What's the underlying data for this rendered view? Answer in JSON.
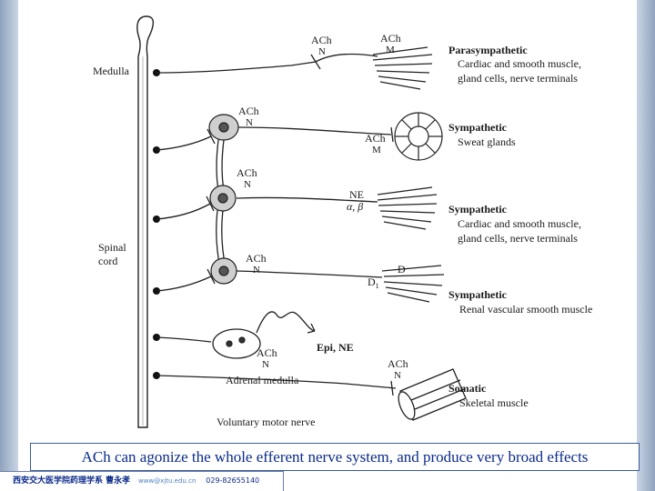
{
  "labels": {
    "medulla": "Medulla",
    "spinal": "Spinal",
    "cord": "cord",
    "ach_para_n": "ACh",
    "n_para": "N",
    "ach_para_m": "ACh",
    "m_para": "M",
    "ach_gang1": "ACh",
    "n_gang1": "N",
    "ach_sweat": "ACh",
    "m_sweat": "M",
    "ach_gang2": "ACh",
    "n_gang2": "N",
    "ne": "NE",
    "alpha_beta": "α, β",
    "ach_gang3": "ACh",
    "n_gang3": "N",
    "d": "D",
    "d1": "D",
    "d1_sub": "1",
    "epi_ne": "Epi, NE",
    "ach_adrenal": "ACh",
    "n_adrenal": "N",
    "adrenal_medulla": "Adrenal medulla",
    "ach_somatic": "ACh",
    "n_somatic": "N",
    "voluntary_motor_nerve": "Voluntary motor nerve"
  },
  "targets": [
    {
      "title": "Parasympathetic",
      "line1": "Cardiac and smooth muscle,",
      "line2": "gland cells, nerve terminals"
    },
    {
      "title": "Sympathetic",
      "line1": "Sweat glands",
      "line2": ""
    },
    {
      "title": "Sympathetic",
      "line1": "Cardiac and smooth muscle,",
      "line2": "gland cells, nerve terminals"
    },
    {
      "title": "Sympathetic",
      "line1": "Renal vascular smooth muscle",
      "line2": ""
    },
    {
      "title": "Somatic",
      "line1": "Skeletal muscle",
      "line2": ""
    }
  ],
  "caption": "ACh can agonize the whole efferent nerve system, and produce very broad effects",
  "footer": {
    "institution": "西安交大医学院药理学系  曹永孝",
    "website": "www@xjtu.edu.cn",
    "phone": "029-82655140"
  },
  "colors": {
    "caption_text": "#0a2a8a",
    "caption_border": "#3a5a9a",
    "side_panel": "#8fa3bd",
    "ink": "#1a1a1a"
  }
}
